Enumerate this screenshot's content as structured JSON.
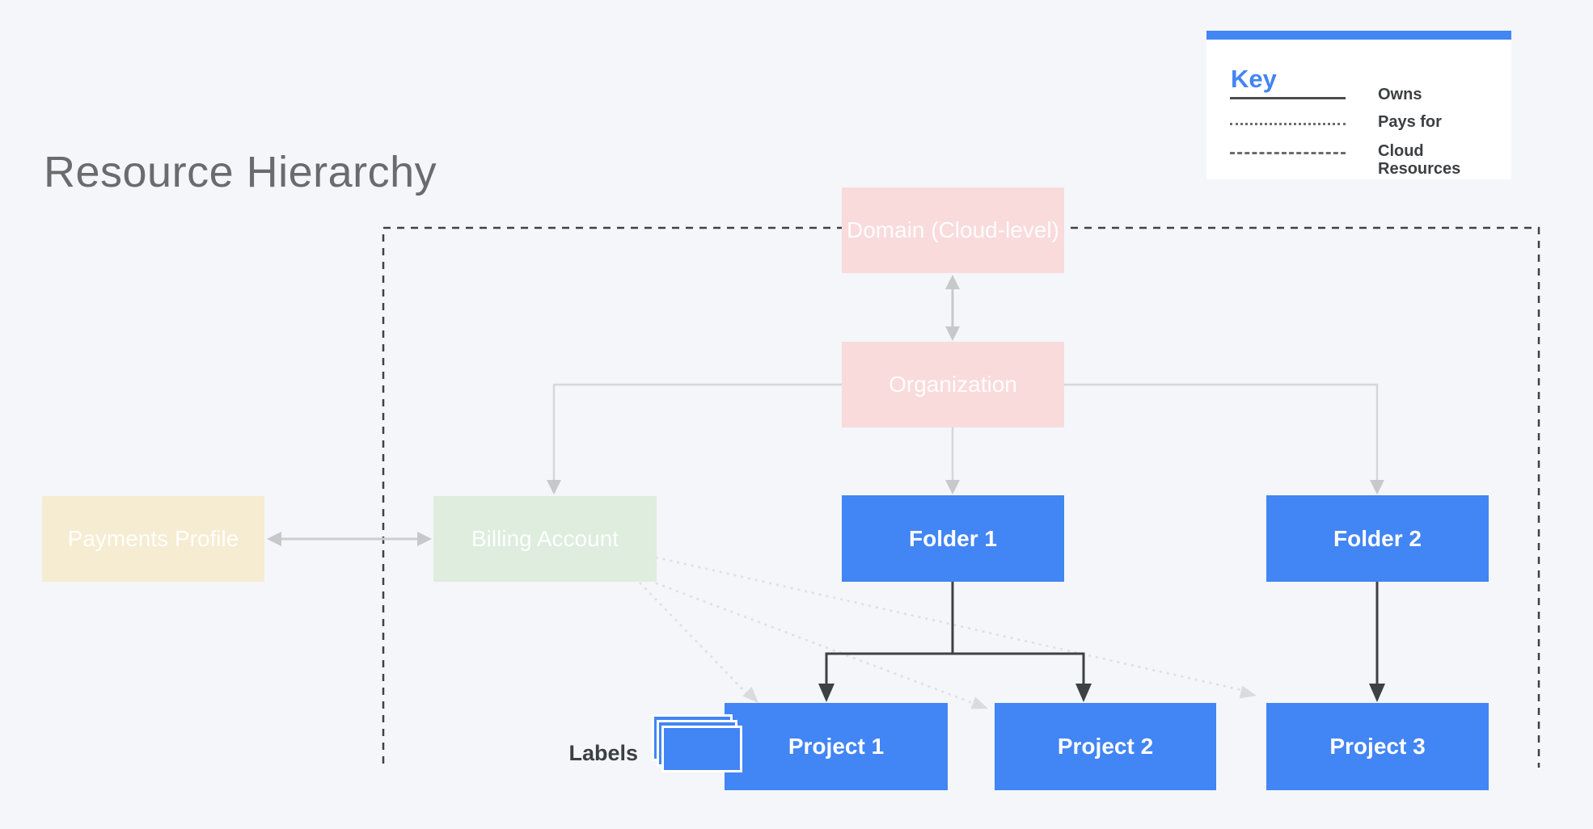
{
  "title": "Resource Hierarchy",
  "key": {
    "heading": "Key",
    "items": [
      {
        "style": "solid",
        "label": "Owns"
      },
      {
        "style": "dotted",
        "label": "Pays for"
      },
      {
        "style": "dashed",
        "label": "Cloud Resources"
      }
    ]
  },
  "nodes": {
    "domain": {
      "label": "Domain (Cloud-level)",
      "color": "#F9DBDB"
    },
    "organization": {
      "label": "Organization",
      "color": "#F9DBDB"
    },
    "payments_profile": {
      "label": "Payments Profile",
      "color": "#F6ECD2"
    },
    "billing_account": {
      "label": "Billing Account",
      "color": "#DEEDDE"
    },
    "folder1": {
      "label": "Folder 1",
      "color": "#4285F4"
    },
    "folder2": {
      "label": "Folder 2",
      "color": "#4285F4"
    },
    "project1": {
      "label": "Project 1",
      "color": "#4285F4"
    },
    "project2": {
      "label": "Project 2",
      "color": "#4285F4"
    },
    "project3": {
      "label": "Project 3",
      "color": "#4285F4"
    }
  },
  "annotation": {
    "labels": "Labels"
  },
  "edges": [
    {
      "from": "domain",
      "to": "organization",
      "type": "owns",
      "bidirectional": true
    },
    {
      "from": "organization",
      "to": "billing_account",
      "type": "owns"
    },
    {
      "from": "organization",
      "to": "folder1",
      "type": "owns"
    },
    {
      "from": "organization",
      "to": "folder2",
      "type": "owns"
    },
    {
      "from": "payments_profile",
      "to": "billing_account",
      "type": "owns",
      "bidirectional": true
    },
    {
      "from": "folder1",
      "to": "project1",
      "type": "owns"
    },
    {
      "from": "folder1",
      "to": "project2",
      "type": "owns"
    },
    {
      "from": "folder2",
      "to": "project3",
      "type": "owns"
    },
    {
      "from": "billing_account",
      "to": "project1",
      "type": "pays_for"
    },
    {
      "from": "billing_account",
      "to": "project2",
      "type": "pays_for"
    },
    {
      "from": "billing_account",
      "to": "project3",
      "type": "pays_for"
    },
    {
      "type": "cloud_resources_boundary",
      "contains": [
        "domain",
        "organization",
        "folder1",
        "folder2",
        "project1",
        "project2",
        "project3"
      ]
    }
  ],
  "colors": {
    "background": "#F4F6F9",
    "accent_blue": "#4285F4",
    "pink": "#F9DBDB",
    "green": "#DEEDDE",
    "cream": "#F6ECD2",
    "dark_line": "#3E4144",
    "light_line": "#D5D7D9",
    "dotted_line": "#DFE1E3",
    "text_dark": "#3C4043",
    "title_gray": "#6A6B6D"
  }
}
